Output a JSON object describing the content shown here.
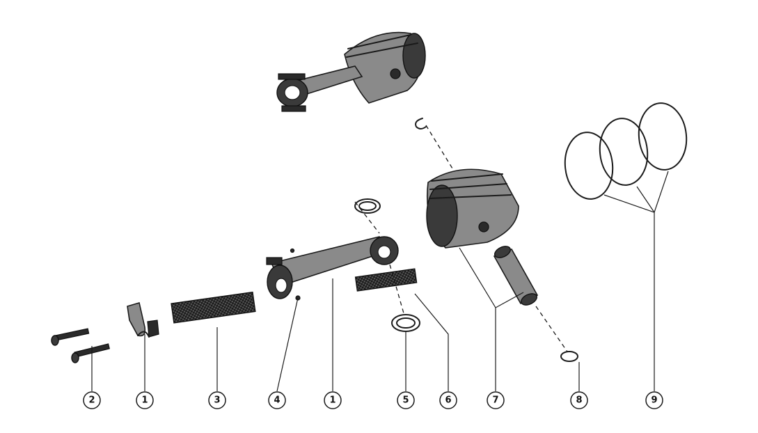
{
  "callouts": [
    {
      "id": "c-2a",
      "label": "2"
    },
    {
      "id": "c-1a",
      "label": "1"
    },
    {
      "id": "c-3",
      "label": "3"
    },
    {
      "id": "c-4",
      "label": "4"
    },
    {
      "id": "c-1b",
      "label": "1"
    },
    {
      "id": "c-5",
      "label": "5"
    },
    {
      "id": "c-6",
      "label": "6"
    },
    {
      "id": "c-7",
      "label": "7"
    },
    {
      "id": "c-8",
      "label": "8"
    },
    {
      "id": "c-9",
      "label": "9"
    }
  ],
  "colors": {
    "ink": "#1a1a1a",
    "paper": "#ffffff"
  }
}
